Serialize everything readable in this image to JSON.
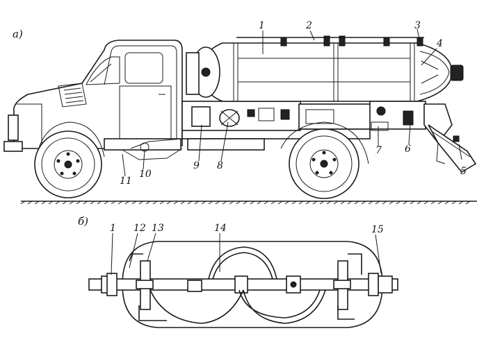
{
  "figure": {
    "panel_a": "а)",
    "panel_b": "б)",
    "truck_labels": {
      "l1": "1",
      "l2": "2",
      "l3": "3",
      "l4": "4",
      "l5": "5",
      "l6": "6",
      "l7": "7",
      "l8": "8",
      "l9": "9",
      "l10": "10",
      "l11": "11"
    },
    "tank_labels": {
      "l1": "1",
      "l12": "12",
      "l13": "13",
      "l14": "14",
      "l15": "15"
    }
  }
}
